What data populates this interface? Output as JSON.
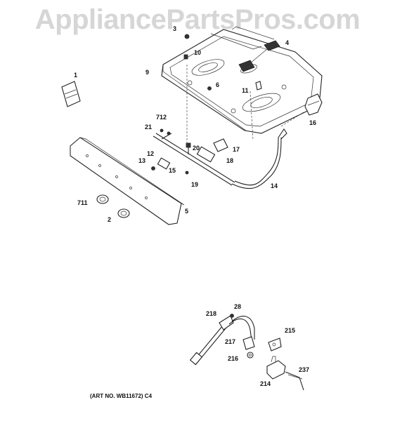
{
  "watermark": "AppliancePartsPros.com",
  "art_number": "(ART NO. WB11672) C4",
  "callouts": {
    "c1": "1",
    "c2": "2",
    "c3": "3",
    "c4": "4",
    "c5": "5",
    "c6": "6",
    "c9": "9",
    "c10": "10",
    "c11": "11",
    "c12": "12",
    "c13": "13",
    "c14": "14",
    "c15": "15",
    "c16": "16",
    "c17": "17",
    "c18": "18",
    "c19": "19",
    "c20": "20",
    "c21": "21",
    "c28": "28",
    "c214": "214",
    "c215": "215",
    "c216": "216",
    "c217": "217",
    "c218": "218",
    "c237": "237",
    "c711": "711",
    "c712": "712"
  }
}
